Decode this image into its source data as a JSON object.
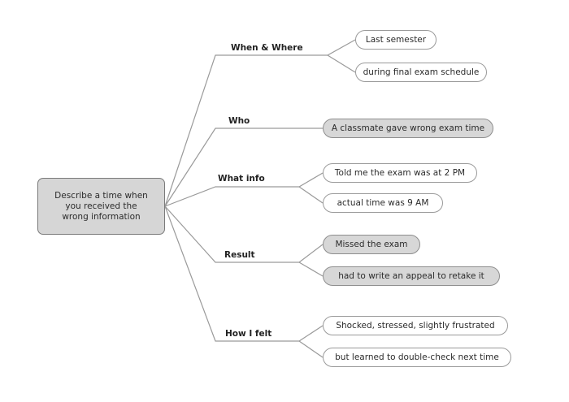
{
  "root": {
    "line1": "Describe a time when",
    "line2": "you received the",
    "line3": "wrong information"
  },
  "branches": [
    {
      "label": "When & Where",
      "leaves": [
        {
          "text": "Last semester",
          "filled": false
        },
        {
          "text": "during final exam schedule",
          "filled": false
        }
      ]
    },
    {
      "label": "Who",
      "leaves": [
        {
          "text": "A classmate gave wrong exam time",
          "filled": true
        }
      ]
    },
    {
      "label": "What info",
      "leaves": [
        {
          "text": "Told me the exam was at 2 PM",
          "filled": false
        },
        {
          "text": "actual time was 9 AM",
          "filled": false
        }
      ]
    },
    {
      "label": "Result",
      "leaves": [
        {
          "text": "Missed the exam",
          "filled": true
        },
        {
          "text": "had to write an appeal to retake it",
          "filled": true
        }
      ]
    },
    {
      "label": "How I felt",
      "leaves": [
        {
          "text": "Shocked, stressed, slightly frustrated",
          "filled": false
        },
        {
          "text": "but learned to double-check next time",
          "filled": false
        }
      ]
    }
  ]
}
